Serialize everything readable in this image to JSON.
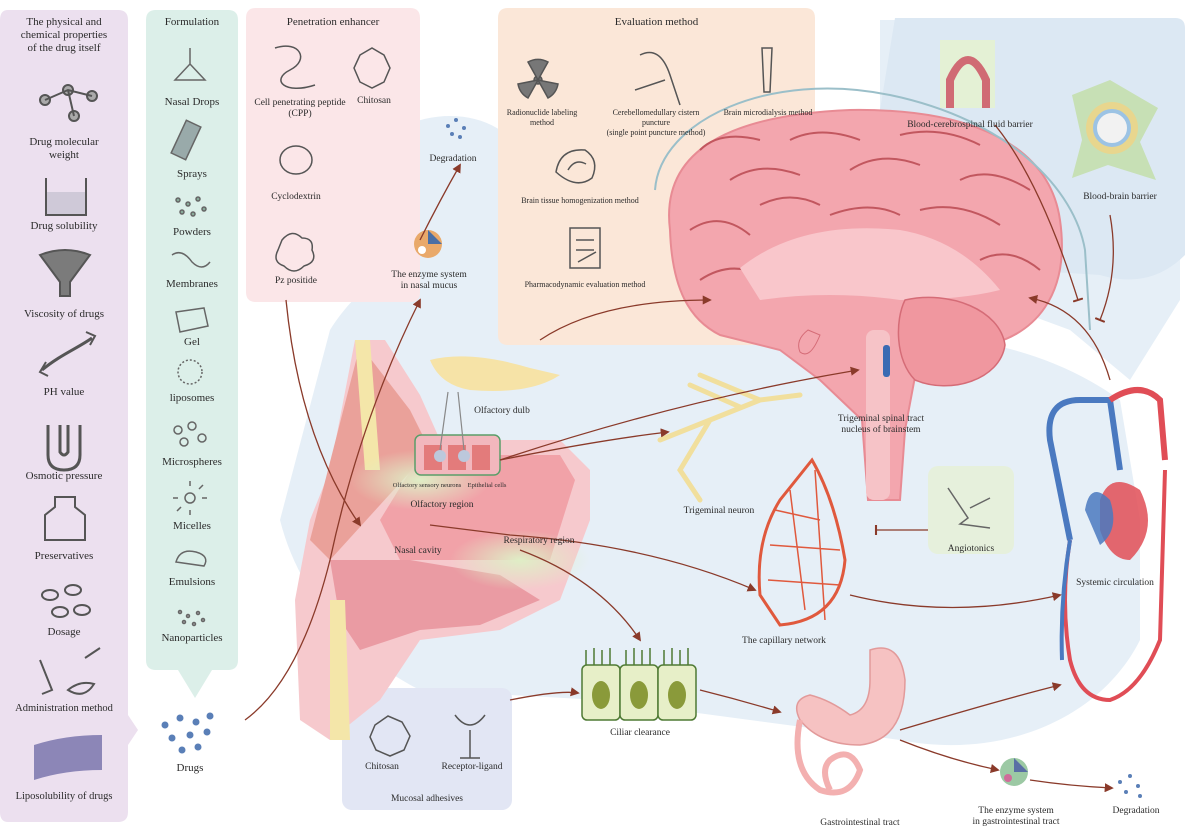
{
  "drug_properties": {
    "title_line1": "The physical and",
    "title_line2": "chemical properties",
    "title_line3": "of the drug itself",
    "items": [
      {
        "label_line1": "Drug molecular",
        "label_line2": "weight",
        "icon": "molecule-icon"
      },
      {
        "label_line1": "Drug solubility",
        "label_line2": "",
        "icon": "beaker-icon"
      },
      {
        "label_line1": "Viscosity of drugs",
        "label_line2": "",
        "icon": "funnel-icon"
      },
      {
        "label_line1": "PH value",
        "label_line2": "",
        "icon": "double-arrow-icon"
      },
      {
        "label_line1": "Osmotic pressure",
        "label_line2": "",
        "icon": "u-tube-icon"
      },
      {
        "label_line1": "Preservatives",
        "label_line2": "",
        "icon": "bottle-icon"
      },
      {
        "label_line1": "Dosage",
        "label_line2": "",
        "icon": "pills-icon"
      },
      {
        "label_line1": "Administration method",
        "label_line2": "",
        "icon": "nose-mouth-icon"
      },
      {
        "label_line1": "Liposolubility of drugs",
        "label_line2": "",
        "icon": "membrane-icon"
      }
    ]
  },
  "formulation": {
    "title": "Formulation",
    "items": [
      "Nasal Drops",
      "Sprays",
      "Powders",
      "Membranes",
      "Gel",
      "liposomes",
      "Microspheres",
      "Micelles",
      "Emulsions",
      "Nanoparticles"
    ],
    "drugs_label": "Drugs"
  },
  "penetration_enhancer": {
    "title": "Penetration enhancer",
    "cpp_line1": "Cell penetrating peptide",
    "cpp_line2": "(CPP)",
    "chitosan": "Chitosan",
    "cyclodextrin": "Cyclodextrin",
    "pz": "Pz positide"
  },
  "evaluation": {
    "title": "Evaluation method",
    "radionuclide_line1": "Radionuclide labeling",
    "radionuclide_line2": "method",
    "cistern_line1": "Cerebellomedullary cistern",
    "cistern_line2": "puncture",
    "cistern_line3": "(single point puncture method)",
    "microdialysis": "Brain microdialysis method",
    "homogenization": "Brain tissue homogenization method",
    "pharmacodynamic": "Pharmacodynamic evaluation method"
  },
  "nasal": {
    "degradation_top": "Degradation",
    "enzyme_line1": "The enzyme system",
    "enzyme_line2": "in nasal mucus",
    "olfactory_bulb": "Olfactory dulb",
    "olfactory_neurons": "Olfactory sensory neurons",
    "epithelial": "Epithelial cells",
    "olfactory_region": "Olfactory region",
    "nasal_cavity": "Nasal cavity",
    "respiratory_region": "Respiratory region"
  },
  "brain": {
    "trigeminal_tract_line1": "Trigeminal spinal tract",
    "trigeminal_tract_line2": "nucleus of brainstem",
    "trigeminal_neuron": "Trigeminal neuron",
    "bcsf_barrier": "Blood-cerebrospinal fluid barrier",
    "bbb": "Blood-brain barrier"
  },
  "circulation": {
    "angiotonics": "Angiotonics",
    "capillary": "The capillary network",
    "systemic": "Systemic circulation",
    "ciliar": "Ciliar clearance",
    "gi_tract": "Gastrointestinal tract",
    "gi_enzyme_line1": "The enzyme system",
    "gi_enzyme_line2": "in gastrointestinal tract",
    "degradation_bottom": "Degradation"
  },
  "mucosal": {
    "title": "Mucosal adhesives",
    "chitosan": "Chitosan",
    "receptor": "Receptor-ligand"
  },
  "colors": {
    "panel_purple": "#ece0ef",
    "panel_teal": "#dcefe9",
    "panel_pink": "#fbe6e8",
    "panel_peach": "#fbe7d8",
    "panel_blue": "#e1ecf6",
    "panel_green": "#e9f1de",
    "flow_blue": "#e6eff7",
    "brain_pink": "#f3a6ae",
    "arrow": "#8a3a2a"
  }
}
